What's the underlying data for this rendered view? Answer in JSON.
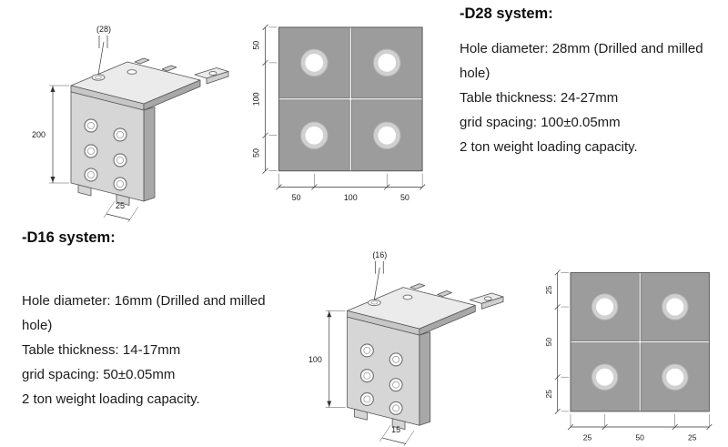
{
  "page": {
    "background": "#ffffff"
  },
  "d28": {
    "heading": "-D28 system:",
    "specs": [
      "Hole diameter: 28mm (Drilled and milled hole)",
      "Table thickness: 24-27mm",
      "grid spacing: 100±0.05mm",
      "2 ton weight loading capacity."
    ],
    "iso_dims": {
      "hole": "(28)",
      "height": "200",
      "foot": "25"
    },
    "plan_dims": {
      "left": [
        "50",
        "100",
        "50"
      ],
      "bottom": [
        "50",
        "100",
        "50"
      ]
    }
  },
  "d16": {
    "heading": "-D16 system:",
    "specs": [
      "Hole diameter: 16mm (Drilled and milled hole)",
      "Table thickness: 14-17mm",
      "grid spacing: 50±0.05mm",
      "2 ton weight loading capacity."
    ],
    "iso_dims": {
      "hole": "(16)",
      "height": "100",
      "foot": "15"
    },
    "plan_dims": {
      "left": [
        "25",
        "50",
        "25"
      ],
      "bottom": [
        "25",
        "50",
        "25"
      ]
    }
  },
  "colors": {
    "drawing_top_face": "#ebebeb",
    "drawing_front_face": "#d6d6d6",
    "drawing_side_face": "#a8a8a8",
    "plate_gray": "#9c9c9c",
    "dimension_line": "#333333",
    "text": "#1c1c1c",
    "background": "#ffffff"
  }
}
